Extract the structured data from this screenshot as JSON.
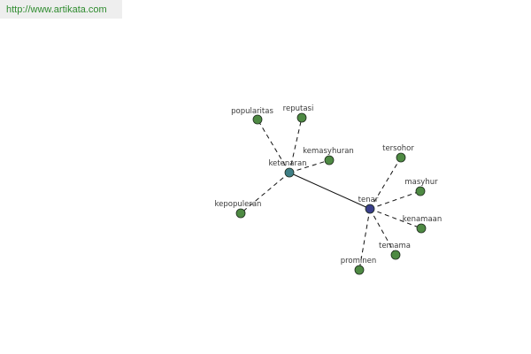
{
  "source_url": "http://www.artikata.com",
  "colors": {
    "background": "#ffffff",
    "banner_bg": "#eeeeee",
    "banner_text": "#2e8b2e",
    "leaf_node": "#4e8a43",
    "ketenaran_node": "#3f7f86",
    "tenar_node": "#3a3f8a",
    "node_stroke": "#1c2a1c",
    "edge": "#111111",
    "label": "#3a3a3a"
  },
  "graph": {
    "hubs": [
      {
        "id": "ketenaran",
        "label": "ketenaran"
      },
      {
        "id": "tenar",
        "label": "tenar"
      }
    ],
    "leaves": [
      {
        "id": "popularitas",
        "label": "popularitas",
        "hub": "ketenaran"
      },
      {
        "id": "reputasi",
        "label": "reputasi",
        "hub": "ketenaran"
      },
      {
        "id": "kemasyhuran",
        "label": "kemasyhuran",
        "hub": "ketenaran"
      },
      {
        "id": "kepopuleran",
        "label": "kepopuleran",
        "hub": "ketenaran"
      },
      {
        "id": "tersohor",
        "label": "tersohor",
        "hub": "tenar"
      },
      {
        "id": "masyhur",
        "label": "masyhur",
        "hub": "tenar"
      },
      {
        "id": "kenamaan",
        "label": "kenamaan",
        "hub": "tenar"
      },
      {
        "id": "ternama",
        "label": "ternama",
        "hub": "tenar"
      },
      {
        "id": "prominen",
        "label": "prominen",
        "hub": "tenar"
      }
    ],
    "hub_link": {
      "from": "ketenaran",
      "to": "tenar",
      "style": "solid"
    }
  }
}
